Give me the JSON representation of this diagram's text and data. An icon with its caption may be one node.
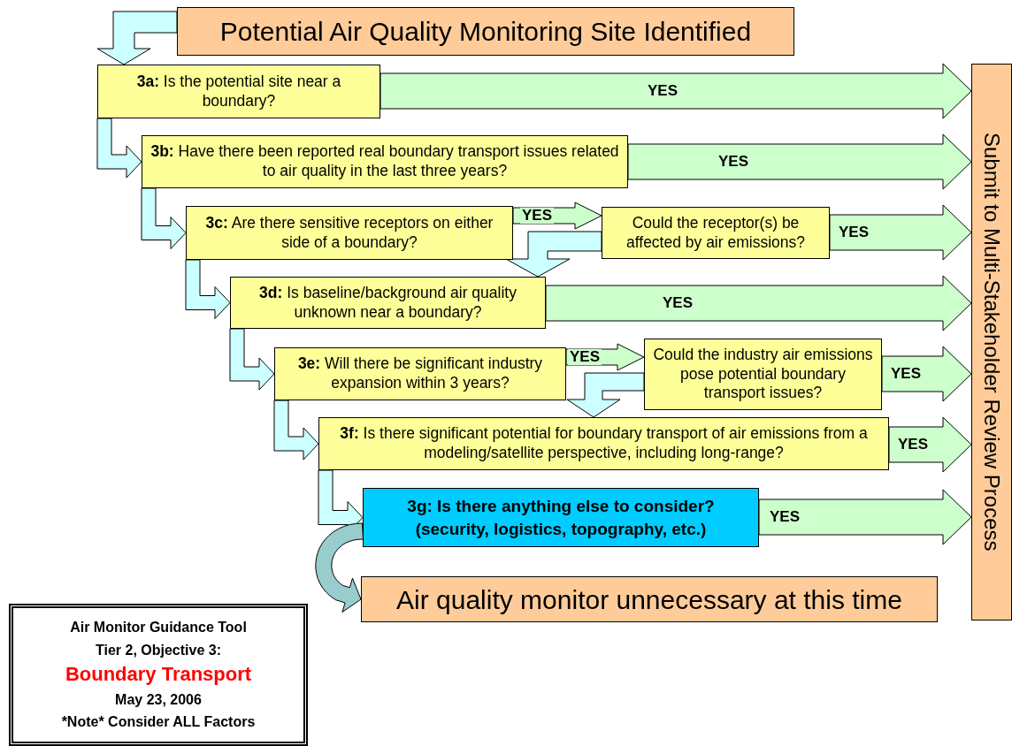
{
  "diagram": {
    "nodes": [
      {
        "text": [
          "Potential Air Quality Monitoring Site Identified"
        ]
      },
      {
        "text": [
          "**3a:** Is the potential site near a boundary?"
        ]
      },
      {
        "text": [
          "**3b:** Have there been reported real boundary transport issues related to air quality in the last three years?"
        ]
      },
      {
        "text": [
          "**3c:** Are there sensitive receptors on either side of a boundary?"
        ]
      },
      {
        "text": [
          "Could the receptor(s) be affected by air emissions?"
        ]
      },
      {
        "text": [
          "**3d:** Is baseline/background air quality unknown near a boundary?"
        ]
      },
      {
        "text": [
          "**3e:** Will there be significant industry expansion within 3 years?"
        ]
      },
      {
        "text": [
          "Could the industry air emissions pose potential boundary transport issues?"
        ]
      },
      {
        "text": [
          "**3f:** Is there significant potential for boundary transport of air emissions from a modeling/satellite perspective, including long-range?"
        ]
      },
      {
        "text": [
          "3g: Is there anything else to consider? (security, logistics, topography, etc.)"
        ]
      },
      {
        "text": [
          "Air quality monitor unnecessary at this time"
        ]
      },
      {
        "text": [
          "Submit to Multi-Stakeholder Review Process"
        ]
      },
      {
        "text": [
          "Air Monitor Guidance Tool",
          "Tier 2, Objective 3:",
          "Boundary Transport",
          "May 23, 2006",
          "*Note* Consider ALL Factors"
        ]
      }
    ],
    "edges": [
      {
        "from": 0,
        "to": 1,
        "arrow": "to"
      },
      {
        "from": 1,
        "to": 11,
        "arrow": "to",
        "label": "YES",
        "color": "#ccffcc"
      },
      {
        "from": 1,
        "to": 2,
        "arrow": "to"
      },
      {
        "from": 2,
        "to": 11,
        "arrow": "to",
        "label": "YES",
        "color": "#ccffcc"
      },
      {
        "from": 2,
        "to": 3,
        "arrow": "to"
      },
      {
        "from": 3,
        "to": 4,
        "arrow": "to",
        "label": "YES",
        "color": "#ccffcc"
      },
      {
        "from": 4,
        "to": 11,
        "arrow": "to",
        "label": "YES",
        "color": "#ccffcc"
      },
      {
        "from": 4,
        "to": 5,
        "arrow": "to"
      },
      {
        "from": 3,
        "to": 5,
        "arrow": "to"
      },
      {
        "from": 5,
        "to": 11,
        "arrow": "to",
        "label": "YES",
        "color": "#ccffcc"
      },
      {
        "from": 5,
        "to": 6,
        "arrow": "to"
      },
      {
        "from": 6,
        "to": 7,
        "arrow": "to",
        "label": "YES",
        "color": "#ccffcc"
      },
      {
        "from": 7,
        "to": 11,
        "arrow": "to",
        "label": "YES",
        "color": "#ccffcc"
      },
      {
        "from": 7,
        "to": 8,
        "arrow": "to"
      },
      {
        "from": 6,
        "to": 8,
        "arrow": "to"
      },
      {
        "from": 8,
        "to": 11,
        "arrow": "to",
        "label": "YES",
        "color": "#ccffcc"
      },
      {
        "from": 8,
        "to": 9,
        "arrow": "to"
      },
      {
        "from": 9,
        "to": 11,
        "arrow": "to",
        "label": "YES",
        "color": "#ccffcc"
      },
      {
        "from": 9,
        "to": 10,
        "arrow": "to",
        "color": "#99cccc"
      }
    ]
  }
}
